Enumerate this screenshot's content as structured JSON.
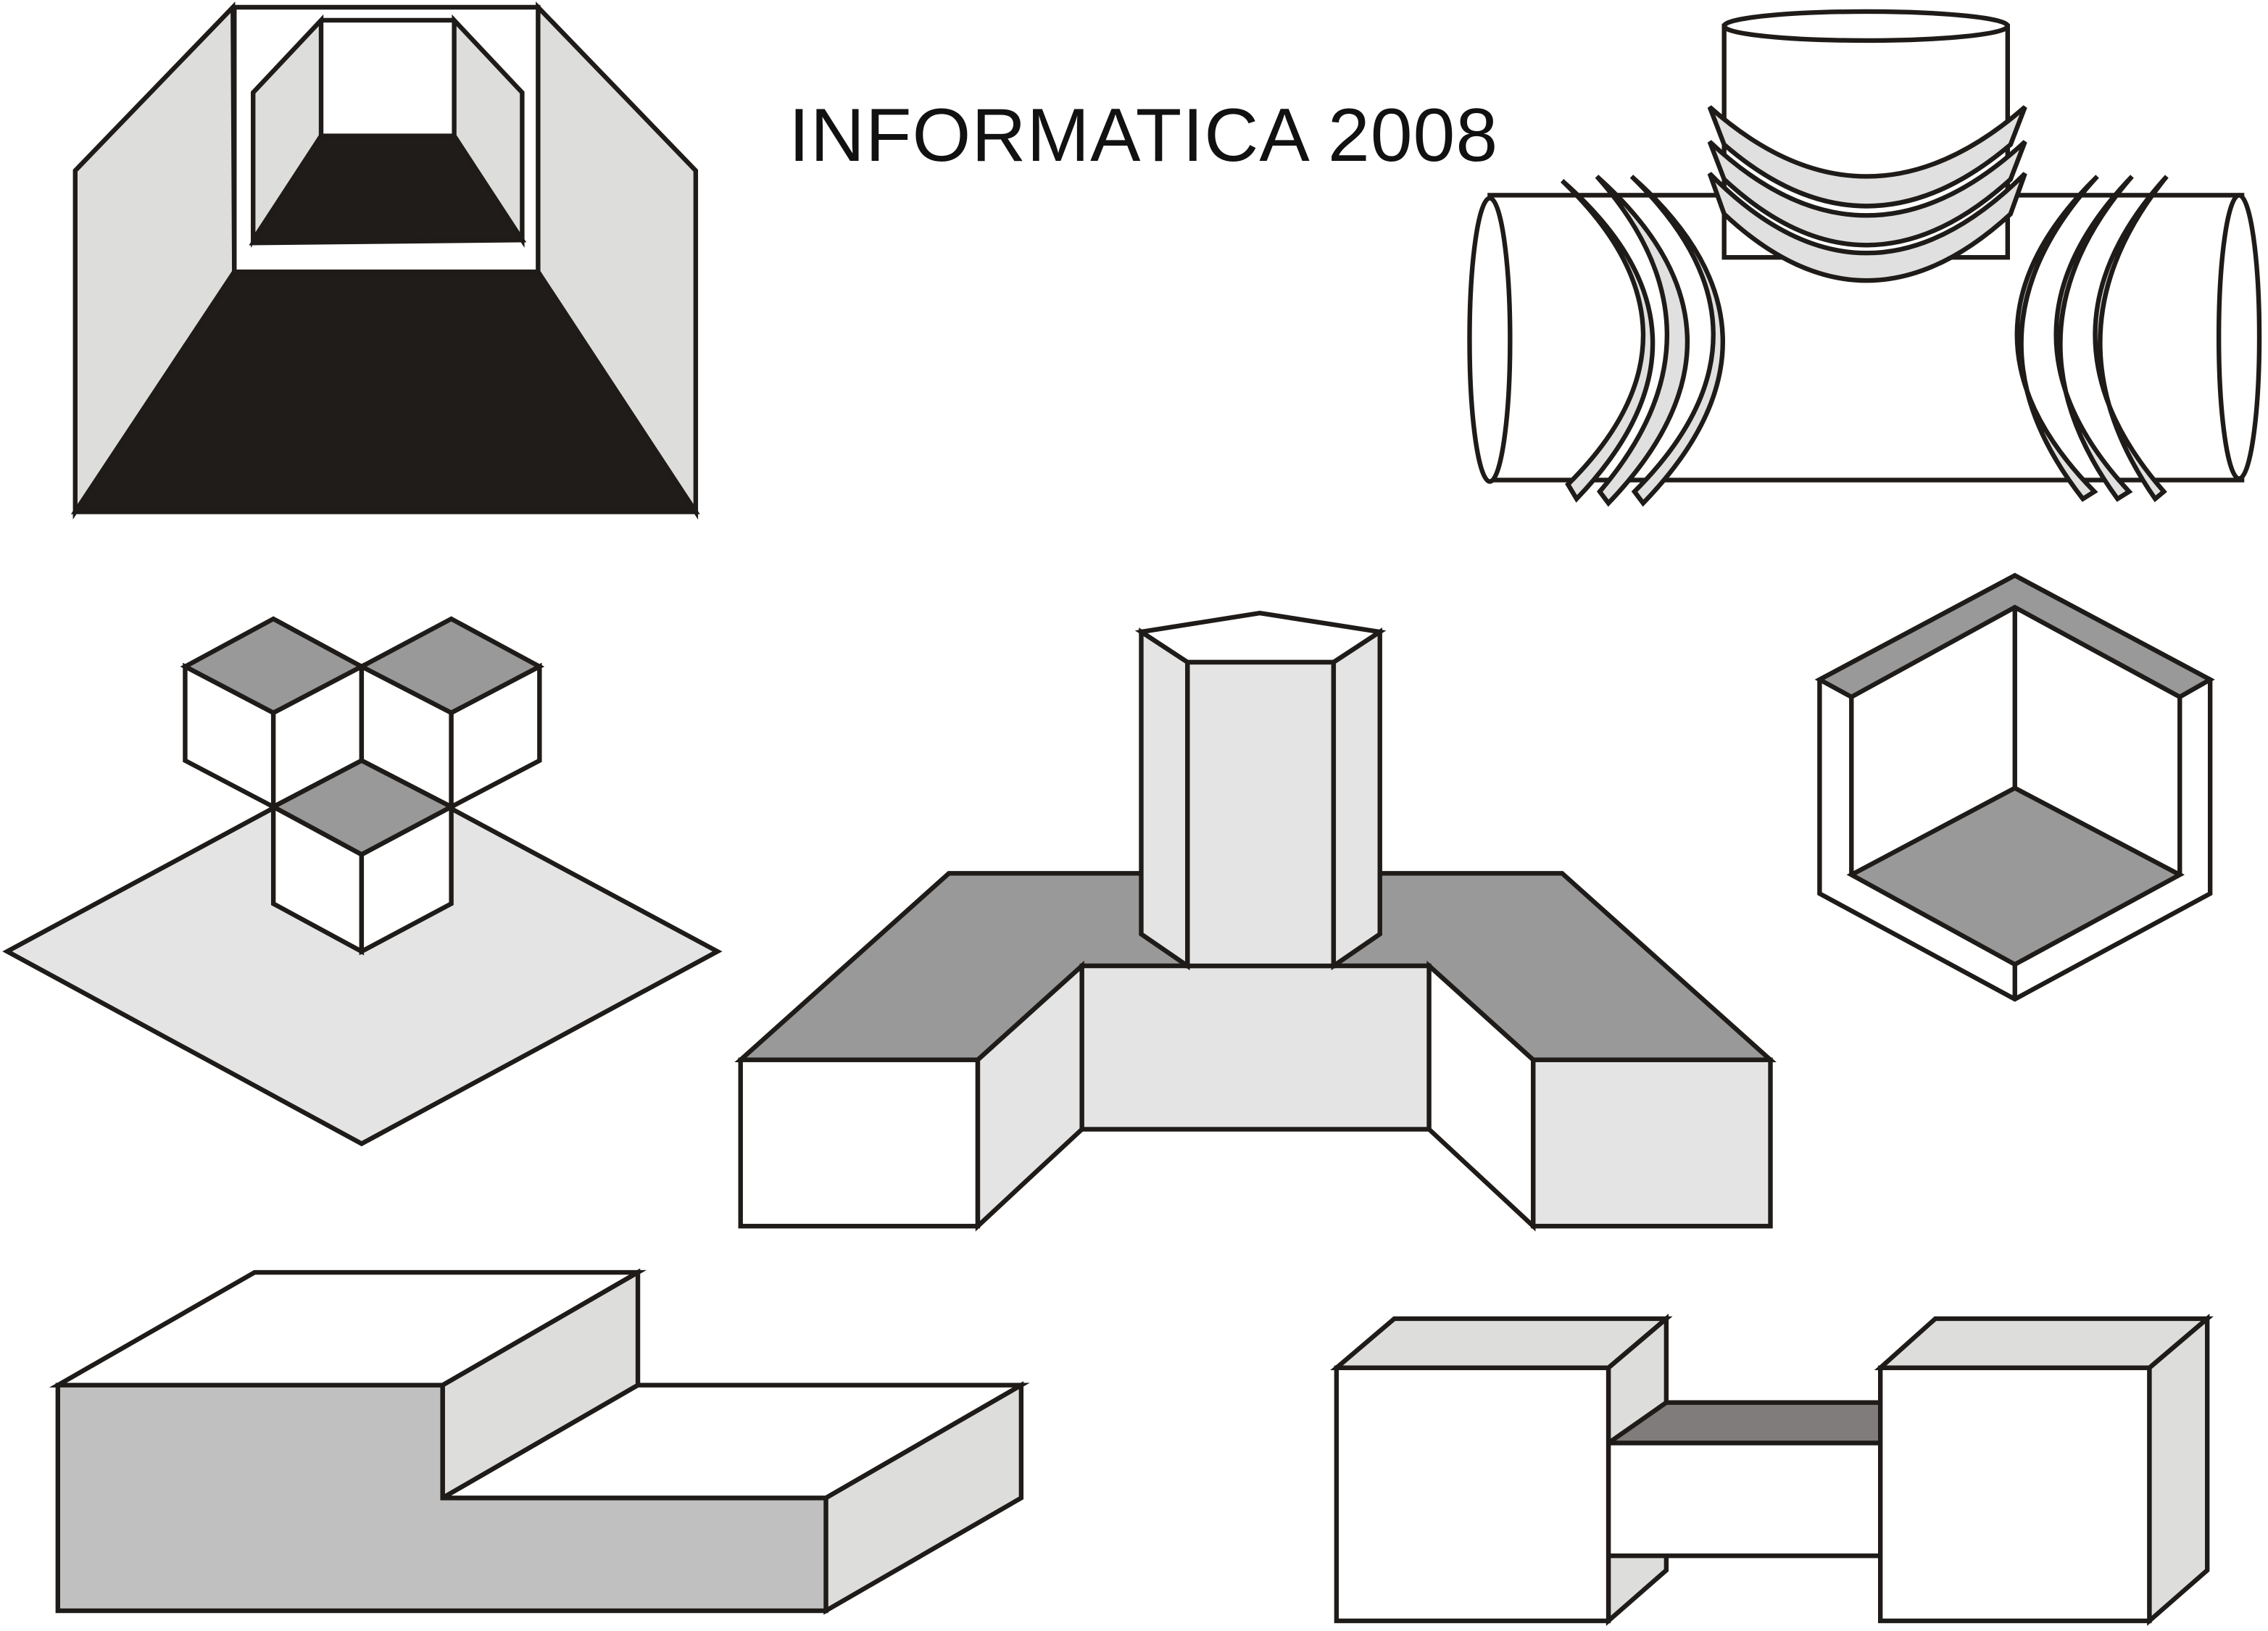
{
  "title": "INFORMATICA 2008",
  "colors": {
    "stroke": "#1e1b19",
    "black_floor": "#201c1a",
    "light_gray": "#dddddc",
    "lighter_gray": "#e4e4e4",
    "mid_gray": "#999999",
    "box_gray": "#c0c0c0",
    "dark_bar": "#807c7b",
    "white": "#ffffff"
  },
  "figures": [
    {
      "id": "corridor",
      "label": "perspective corridor"
    },
    {
      "id": "pipe-cross",
      "label": "pipe T-junction with flanges"
    },
    {
      "id": "cube-stack",
      "label": "stacked cubes on plane"
    },
    {
      "id": "t-block",
      "label": "T-shaped block with column"
    },
    {
      "id": "hex-frame",
      "label": "hexagonal open box"
    },
    {
      "id": "step-block",
      "label": "stepped block"
    },
    {
      "id": "dumbbell",
      "label": "two boxes joined by bar"
    }
  ]
}
